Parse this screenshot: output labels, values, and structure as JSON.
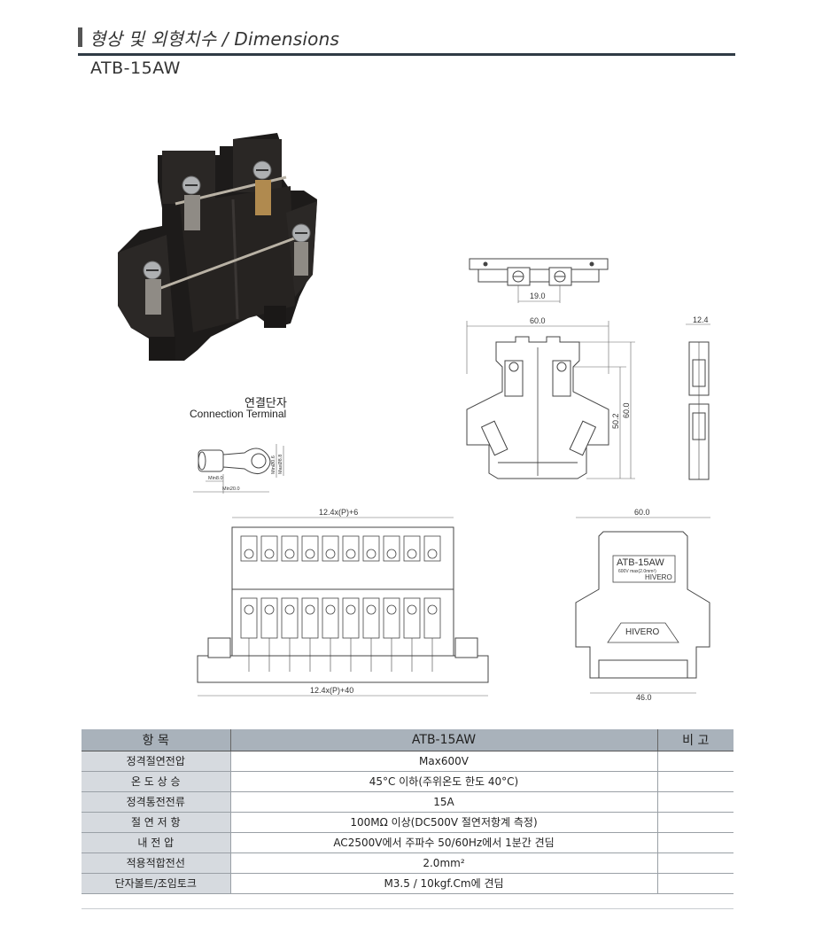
{
  "header": {
    "title": "형상 및 외형치수 / Dimensions",
    "model": "ATB-15AW"
  },
  "connection_terminal": {
    "title_ko": "연결단자",
    "title_en": "Connection Terminal",
    "dims": [
      "Min8.0",
      "Min20.0",
      "MinØ0.6",
      "MaxØ8.8"
    ]
  },
  "side_views": {
    "top_dim": "19.0",
    "width_dim": "60.0",
    "depth_dim": "12.4",
    "h1": "50.2",
    "h2": "60.0"
  },
  "assembly": {
    "top_dim": "12.4x(P)+6",
    "bottom_dim": "12.4x(P)+40",
    "terminal_count": 10
  },
  "end_view": {
    "width_dim": "60.0",
    "bottom_dim": "46.0",
    "label_model": "ATB-15AW",
    "label_rating": "600V max(2.0mm²)",
    "label_brand": "HIVERO",
    "plate_brand": "HIVERO"
  },
  "spec_table": {
    "headers": [
      "항 목",
      "ATB-15AW",
      "비 고"
    ],
    "rows": [
      {
        "label": "정격절연전압",
        "value": "Max600V",
        "remark": ""
      },
      {
        "label": "온 도 상 승",
        "value": "45°C 이하(주위온도 한도 40°C)",
        "remark": ""
      },
      {
        "label": "정격통전전류",
        "value": "15A",
        "remark": ""
      },
      {
        "label": "절 연 저 항",
        "value": "100MΩ 이상(DC500V 절연저항계 측정)",
        "remark": ""
      },
      {
        "label": "내 전 압",
        "value": "AC2500V에서 주파수 50/60Hz에서 1분간 견딤",
        "remark": ""
      },
      {
        "label": "적용적합전선",
        "value": "2.0mm²",
        "remark": ""
      },
      {
        "label": "단자볼트/조임토크",
        "value": "M3.5 / 10kgf.Cm에 견딤",
        "remark": ""
      }
    ]
  }
}
